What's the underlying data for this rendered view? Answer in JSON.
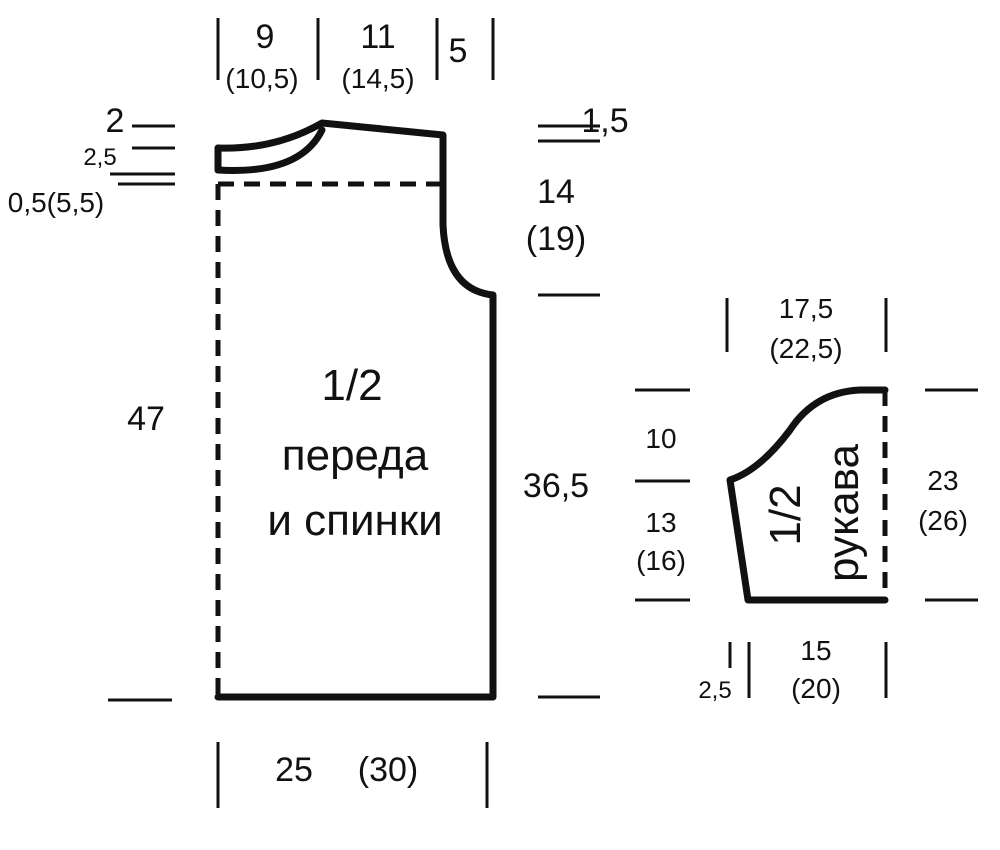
{
  "colors": {
    "line": "#111111",
    "background": "#ffffff"
  },
  "body_piece": {
    "title_fraction": "1/2",
    "title_line2": "переда",
    "title_line3": "и спинки",
    "dims": {
      "shoulder_left": "9",
      "shoulder_left_alt": "(10,5)",
      "neck_width": "11",
      "neck_width_alt": "(14,5)",
      "shoulder_right": "5",
      "neck_depth_back": "2",
      "neck_depth_mid": "2,5",
      "neck_depth_front": "0,5(5,5)",
      "shoulder_slope": "1,5",
      "armhole_height": "14",
      "armhole_height_alt": "(19)",
      "total_height": "47",
      "side_height": "36,5",
      "half_width": "25",
      "half_width_alt": "(30)"
    }
  },
  "sleeve_piece": {
    "title_fraction": "1/2",
    "title_word": "рукава",
    "dims": {
      "top_width": "17,5",
      "top_width_alt": "(22,5)",
      "cap_height": "10",
      "lower_height": "13",
      "lower_height_alt": "(16)",
      "total_height": "23",
      "total_height_alt": "(26)",
      "bottom_width": "15",
      "bottom_width_alt": "(20)",
      "bottom_offset": "2,5"
    }
  }
}
